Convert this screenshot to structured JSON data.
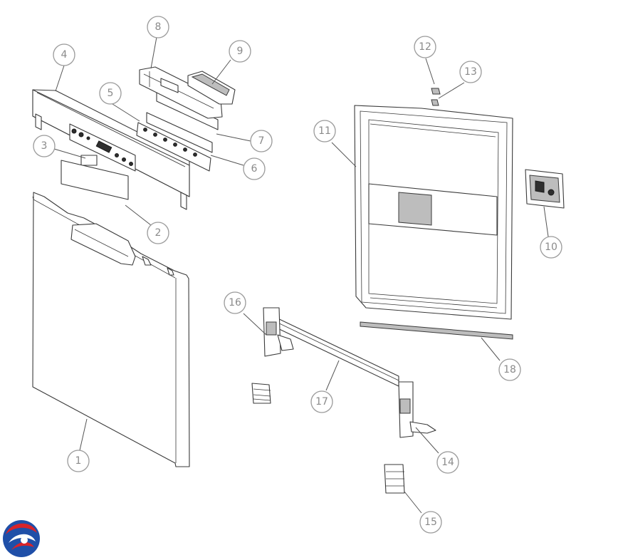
{
  "diagram": {
    "type": "exploded-parts-diagram",
    "callouts": [
      {
        "id": "1",
        "label": "1"
      },
      {
        "id": "2",
        "label": "2"
      },
      {
        "id": "3",
        "label": "3"
      },
      {
        "id": "4",
        "label": "4"
      },
      {
        "id": "5",
        "label": "5"
      },
      {
        "id": "6",
        "label": "6"
      },
      {
        "id": "7",
        "label": "7"
      },
      {
        "id": "8",
        "label": "8"
      },
      {
        "id": "9",
        "label": "9"
      },
      {
        "id": "10",
        "label": "10"
      },
      {
        "id": "11",
        "label": "11"
      },
      {
        "id": "12",
        "label": "12"
      },
      {
        "id": "13",
        "label": "13"
      },
      {
        "id": "14",
        "label": "14"
      },
      {
        "id": "15",
        "label": "15"
      },
      {
        "id": "16",
        "label": "16"
      },
      {
        "id": "17",
        "label": "17"
      },
      {
        "id": "18",
        "label": "18"
      }
    ]
  },
  "logo": {
    "icon": "brand-swirl-logo",
    "colors": [
      "#1f4fa8",
      "#d8232a"
    ]
  }
}
